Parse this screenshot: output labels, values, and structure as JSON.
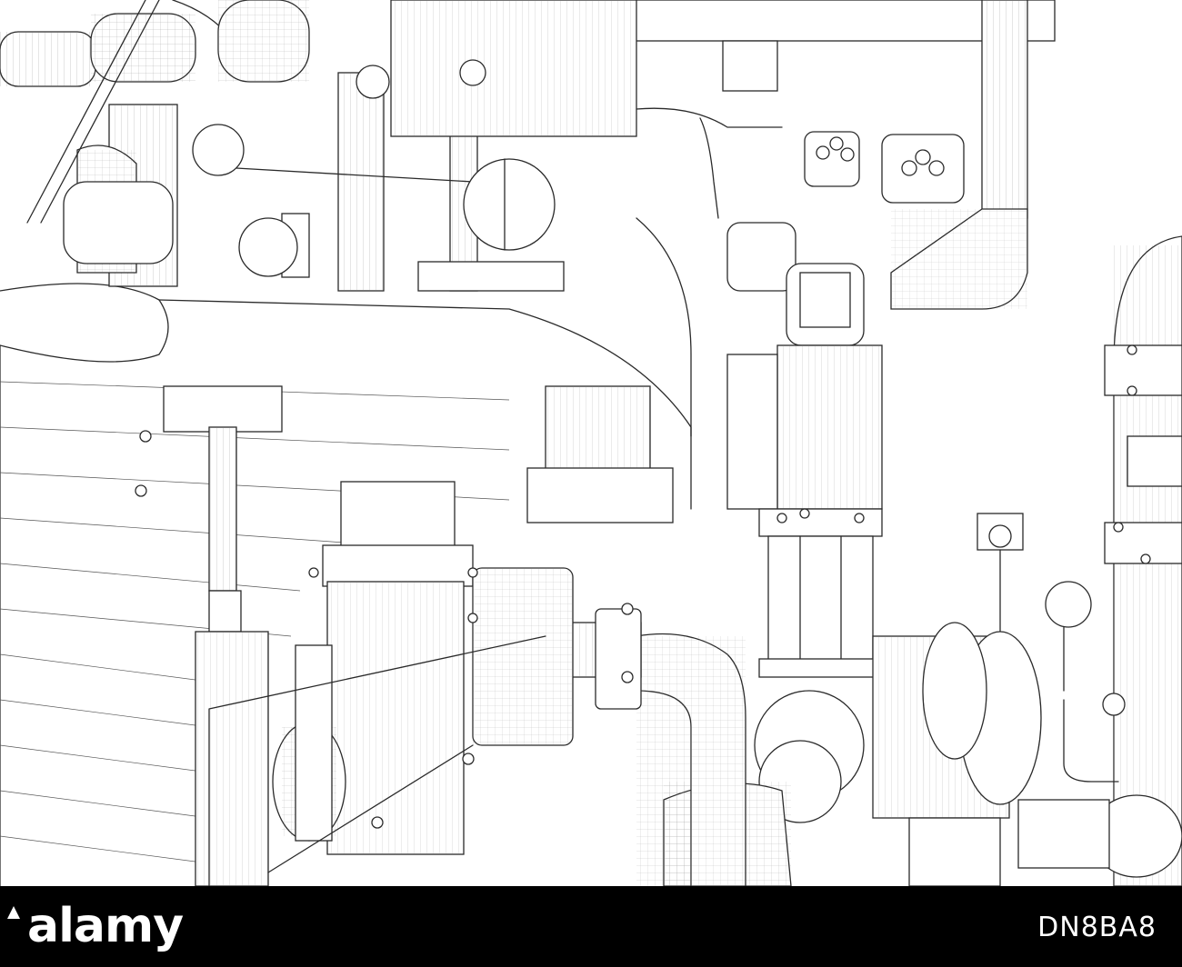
{
  "image": {
    "subject": "industrial-piping-wireframe"
  },
  "footer": {
    "brand": "alamy",
    "stock_id": "DN8BA8"
  },
  "colors": {
    "line": "#2a2a2a",
    "background": "#ffffff",
    "footer": "#000000",
    "footer_text": "#ffffff"
  }
}
